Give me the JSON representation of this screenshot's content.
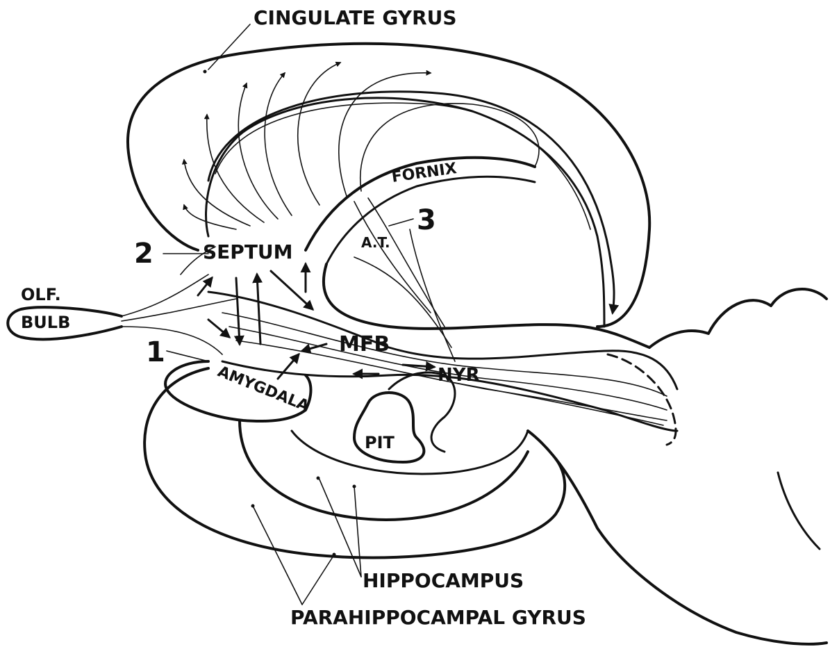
{
  "labels": {
    "cingulate_gyrus": "CINGULATE GYRUS",
    "fornix": "FORNIX",
    "septum": "SEPTUM",
    "at": "A.T.",
    "olf": "OLF.",
    "bulb": "BULB",
    "mfb": "MFB",
    "nyr": "NYR",
    "amygdala": "AMYGDALA",
    "pit": "PIT",
    "hippocampus": "HIPPOCAMPUS",
    "parahippocampal_gyrus": "PARAHIPPOCAMPAL GYRUS"
  },
  "numbers": {
    "n1": "1",
    "n2": "2",
    "n3": "3"
  },
  "colors": {
    "ink": "#111111",
    "paper": "#ffffff"
  }
}
